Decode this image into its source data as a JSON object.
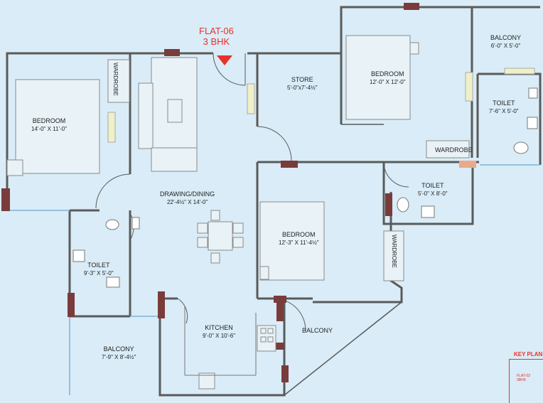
{
  "title": {
    "flat": "FLAT-06",
    "type": "3 BHK"
  },
  "rooms": {
    "bedroom_left": {
      "name": "BEDROOM",
      "dim": "14'-0\" X 11'-0\""
    },
    "store": {
      "name": "STORE",
      "dim": "5'-0\"x7'-4½\""
    },
    "bedroom_top": {
      "name": "BEDROOM",
      "dim": "12'-0\" X 12'-0\""
    },
    "balcony_top": {
      "name": "BALCONY",
      "dim": "6'-0\" X 5'-0\""
    },
    "toilet_top": {
      "name": "TOILET",
      "dim": "7'-6\" X 5'-0\""
    },
    "drawing": {
      "name": "DRAWING/DINING",
      "dim": "22'-4½\" X 14'-0\""
    },
    "toilet_mid": {
      "name": "TOILET",
      "dim": "5'-0\" X 8'-0\""
    },
    "bedroom_mid": {
      "name": "BEDROOM",
      "dim": "12'-3\" X 11'-4½\""
    },
    "toilet_left": {
      "name": "TOILET",
      "dim": "9'-3\" X 5'-0\""
    },
    "kitchen": {
      "name": "KITCHEN",
      "dim": "9'-0\" X 10'-6\""
    },
    "balcony_left": {
      "name": "BALCONY",
      "dim": "7'-9\" X 8'-4½\""
    },
    "balcony_right": {
      "name": "BALCONY"
    }
  },
  "wardrobes": {
    "w1": "WARDROBE",
    "w2": "WARDROBE",
    "w3": "WARDROBE"
  },
  "keyplan": {
    "label": "KEY PLAN",
    "unit": "FLAT-03",
    "type": "3BHK"
  },
  "colors": {
    "background": "#d9ecf7",
    "wall": "#5a5a5a",
    "column": "#7a3b3b",
    "accent": "#e8312a",
    "furniture": "#f0f0c8"
  }
}
